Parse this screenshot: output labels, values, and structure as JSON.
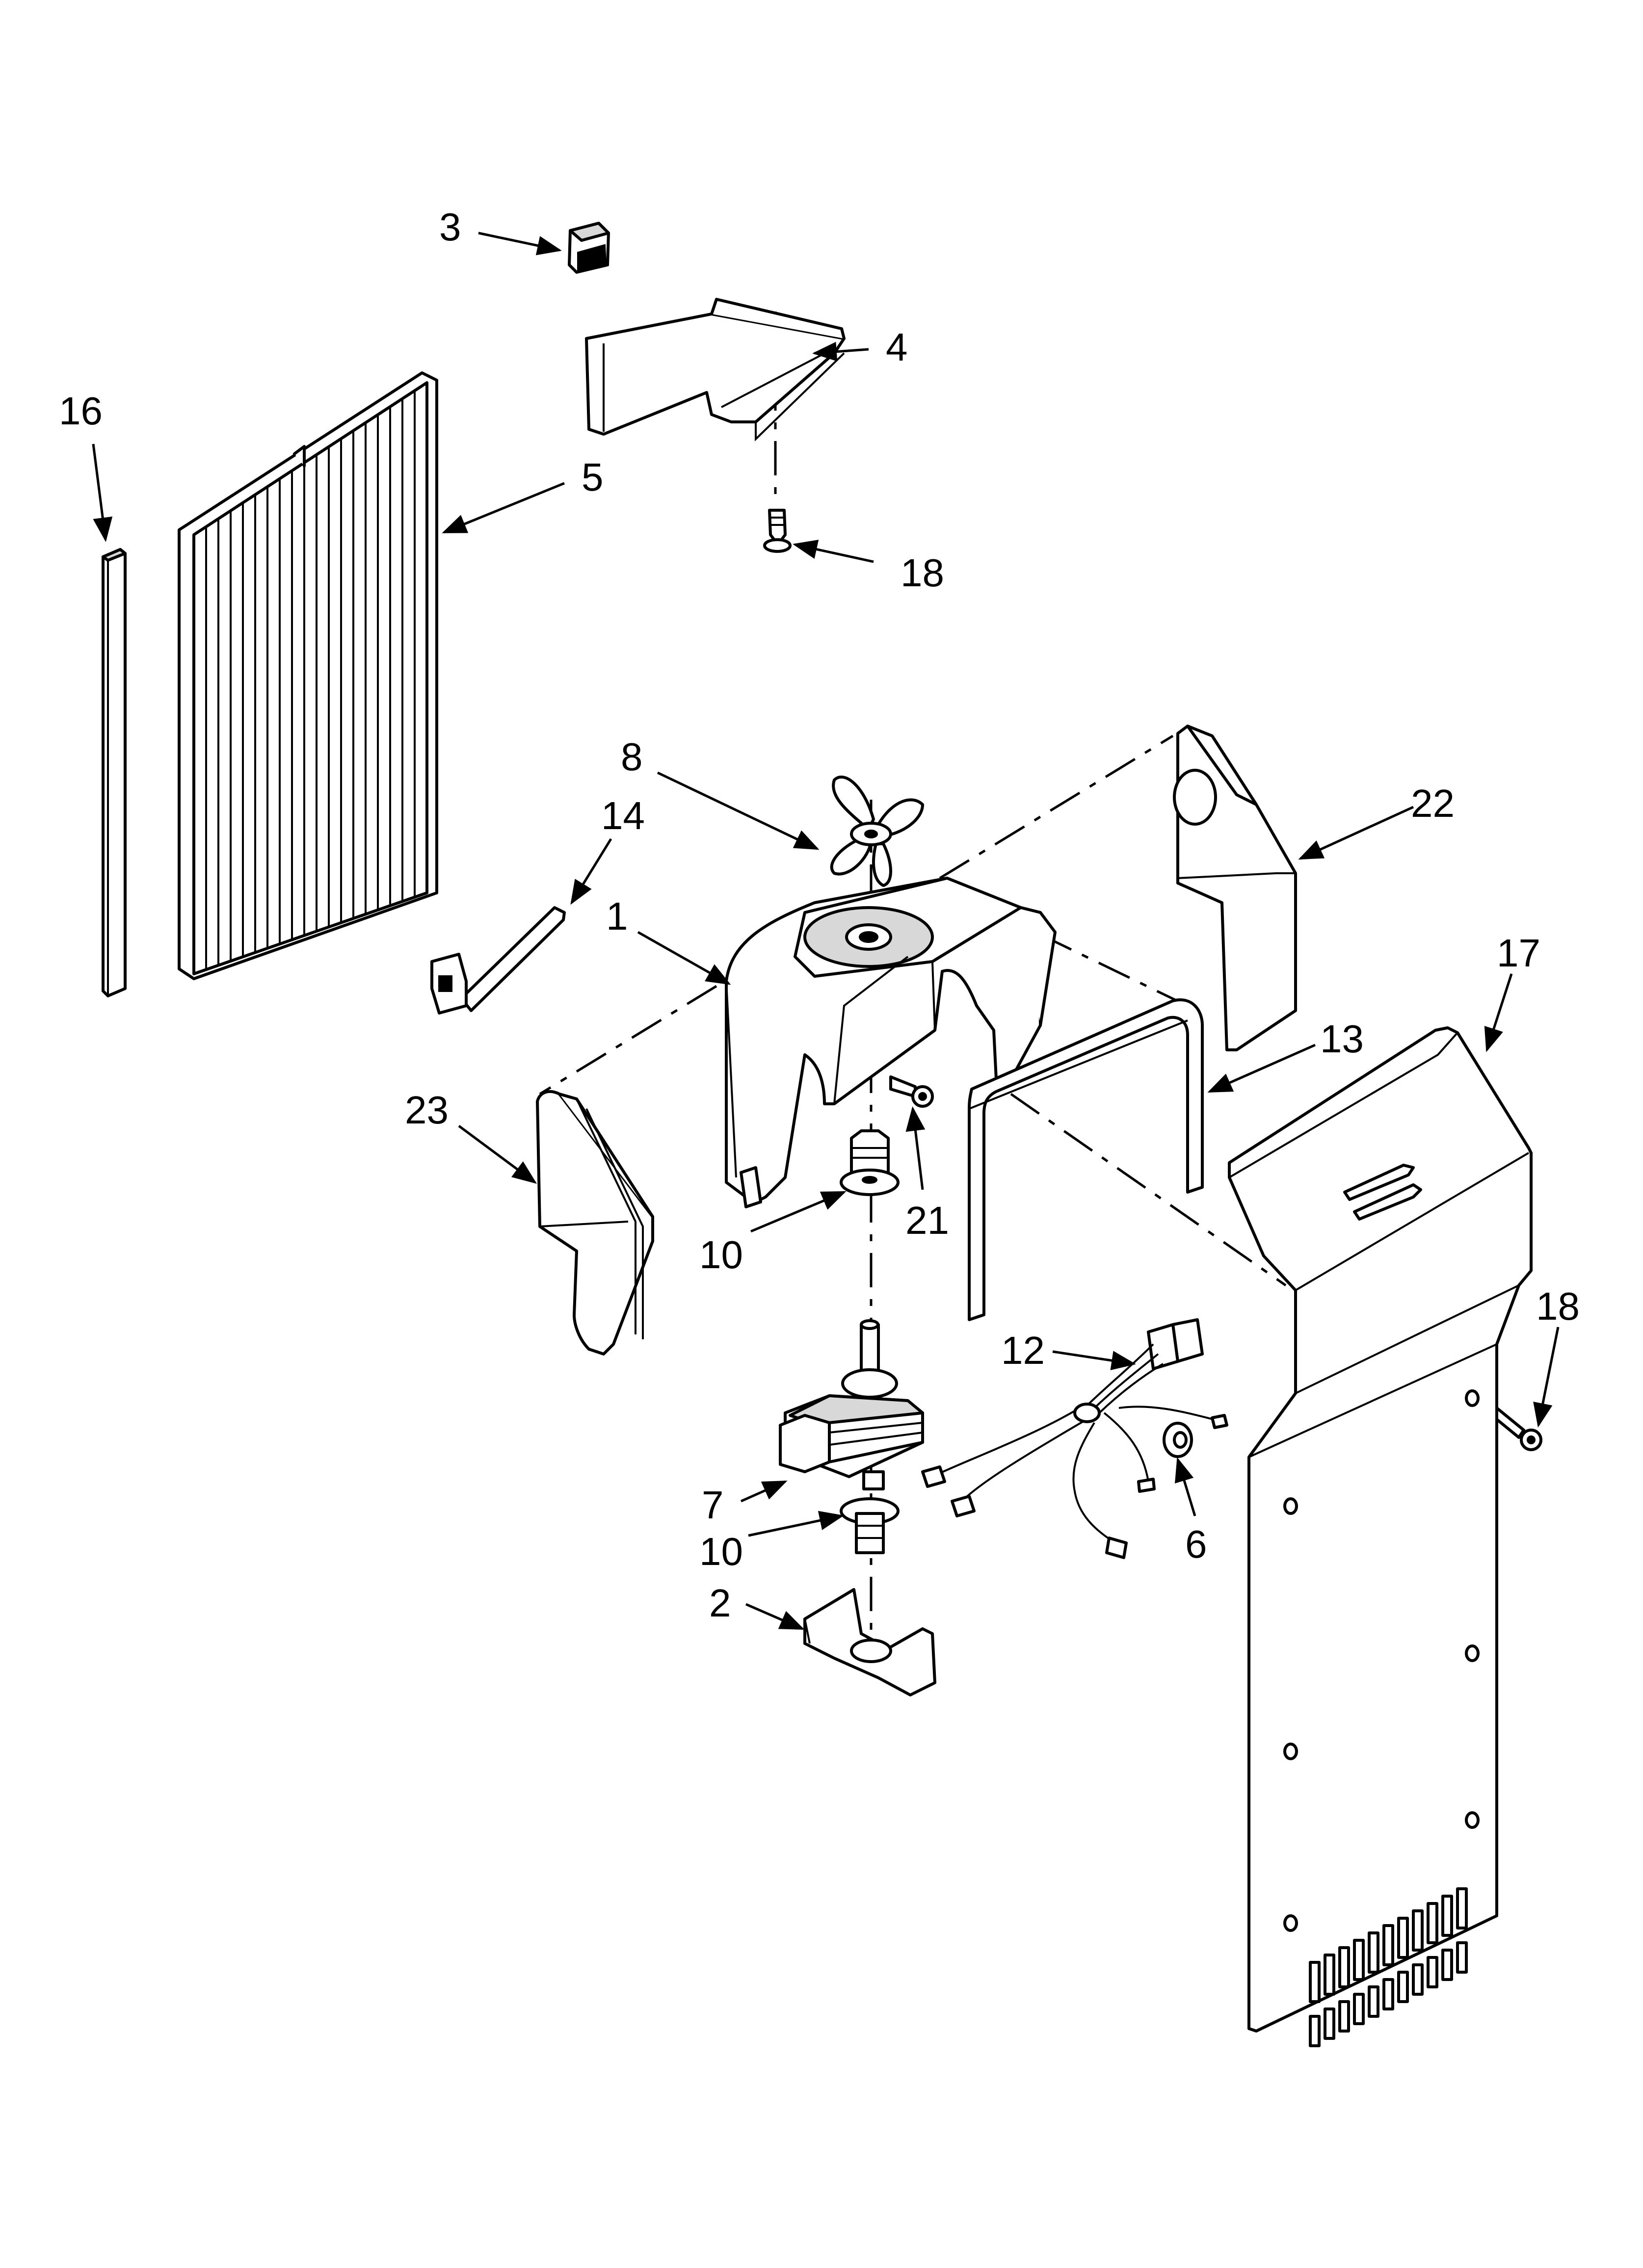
{
  "callouts": {
    "c1": "1",
    "c2": "2",
    "c3": "3",
    "c4": "4",
    "c5": "5",
    "c6": "6",
    "c7": "7",
    "c8": "8",
    "c10a": "10",
    "c10b": "10",
    "c12": "12",
    "c13": "13",
    "c14": "14",
    "c16": "16",
    "c17": "17",
    "c18a": "18",
    "c18b": "18",
    "c21": "21",
    "c22": "22",
    "c23": "23"
  }
}
